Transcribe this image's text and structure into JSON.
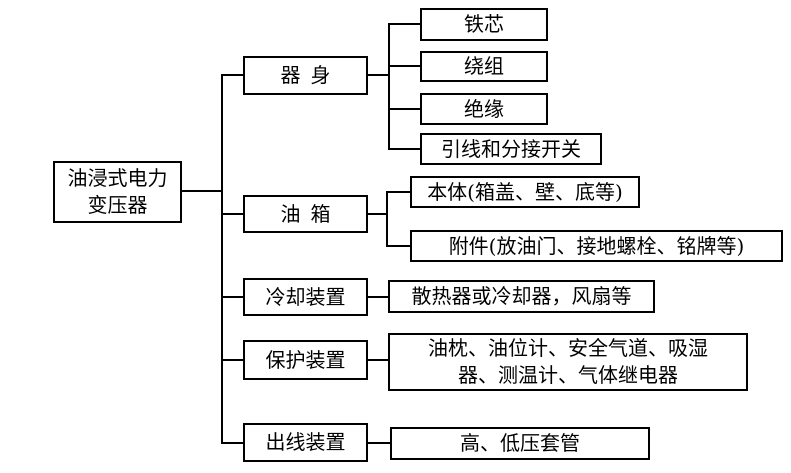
{
  "diagram": {
    "colors": {
      "background": "#ffffff",
      "line": "#000000",
      "text": "#000000",
      "box_border": "#000000"
    },
    "root": {
      "label_lines": [
        "油浸式电力",
        "变压器"
      ]
    },
    "branches": [
      {
        "label": "器身",
        "children": [
          {
            "label": "铁芯"
          },
          {
            "label": "绕组"
          },
          {
            "label": "绝缘"
          },
          {
            "label": "引线和分接开关"
          }
        ]
      },
      {
        "label": "油箱",
        "children": [
          {
            "label": "本体(箱盖、壁、底等)"
          },
          {
            "label": "附件(放油门、接地螺栓、铭牌等)"
          }
        ]
      },
      {
        "label": "冷却装置",
        "children": [
          {
            "label": "散热器或冷却器，风扇等"
          }
        ]
      },
      {
        "label": "保护装置",
        "children": [
          {
            "label_lines": [
              "油枕、油位计、安全气道、吸湿",
              "器、测温计、气体继电器"
            ]
          }
        ]
      },
      {
        "label": "出线装置",
        "children": [
          {
            "label": "高、低压套管"
          }
        ]
      }
    ]
  }
}
